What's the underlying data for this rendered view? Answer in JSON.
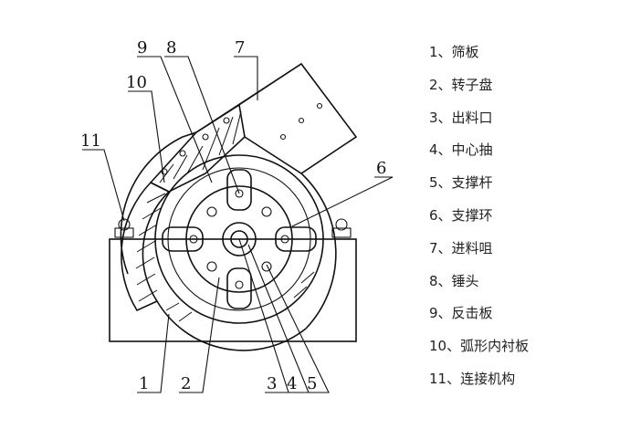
{
  "callouts": [
    {
      "id": "1",
      "text": "1"
    },
    {
      "id": "2",
      "text": "2"
    },
    {
      "id": "3",
      "text": "3"
    },
    {
      "id": "4",
      "text": "4"
    },
    {
      "id": "5",
      "text": "5"
    },
    {
      "id": "6",
      "text": "6"
    },
    {
      "id": "7",
      "text": "7"
    },
    {
      "id": "8",
      "text": "8"
    },
    {
      "id": "9",
      "text": "9"
    },
    {
      "id": "10",
      "text": "10"
    },
    {
      "id": "11",
      "text": "11"
    }
  ],
  "legend": [
    {
      "num": "1、",
      "label": "筛板"
    },
    {
      "num": "2、",
      "label": "转子盘"
    },
    {
      "num": "3、",
      "label": "出料口"
    },
    {
      "num": "4、",
      "label": "中心抽"
    },
    {
      "num": "5、",
      "label": "支撑杆"
    },
    {
      "num": "6、",
      "label": "支撑环"
    },
    {
      "num": "7、",
      "label": "进料咀"
    },
    {
      "num": "8、",
      "label": "锤头"
    },
    {
      "num": "9、",
      "label": "反击板"
    },
    {
      "num": "10、",
      "label": "弧形内衬板"
    },
    {
      "num": "11、",
      "label": "连接机构"
    }
  ]
}
